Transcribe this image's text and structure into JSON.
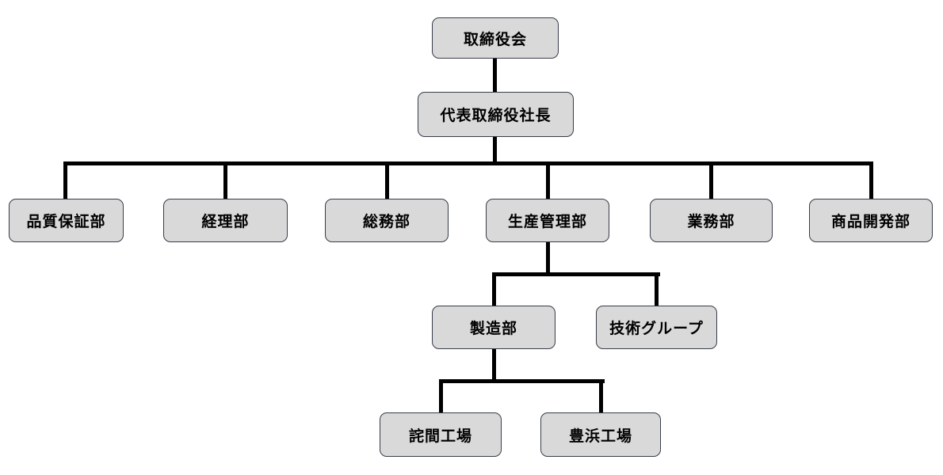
{
  "diagram": {
    "type": "org_chart",
    "background": "#ffffff",
    "node_style": {
      "fill": "#d9d9d9",
      "border": "#363c49",
      "text": "#000000"
    },
    "connector_color": "#000000",
    "nodes": {
      "board": {
        "label": "取締役会"
      },
      "president": {
        "label": "代表取締役社長"
      },
      "quality_assurance": {
        "label": "品質保証部"
      },
      "accounting": {
        "label": "経理部"
      },
      "general_affairs": {
        "label": "総務部"
      },
      "production_management": {
        "label": "生産管理部"
      },
      "operations": {
        "label": "業務部"
      },
      "product_development": {
        "label": "商品開発部"
      },
      "manufacturing": {
        "label": "製造部"
      },
      "technical_group": {
        "label": "技術グループ"
      },
      "takuma_factory": {
        "label": "詫間工場"
      },
      "toyohama_factory": {
        "label": "豊浜工場"
      }
    },
    "hierarchy": [
      {
        "parent": "board",
        "children": [
          "president"
        ]
      },
      {
        "parent": "president",
        "children": [
          "quality_assurance",
          "accounting",
          "general_affairs",
          "production_management",
          "operations",
          "product_development"
        ]
      },
      {
        "parent": "production_management",
        "children": [
          "manufacturing",
          "technical_group"
        ]
      },
      {
        "parent": "manufacturing",
        "children": [
          "takuma_factory",
          "toyohama_factory"
        ]
      }
    ]
  }
}
